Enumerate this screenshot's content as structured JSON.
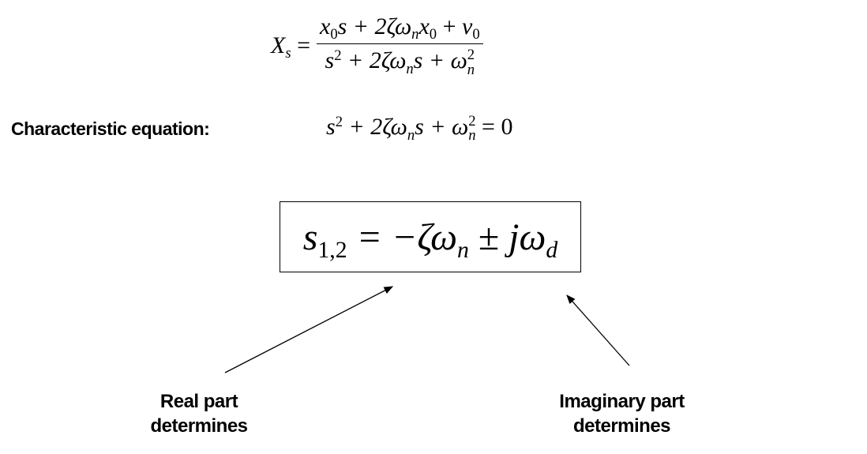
{
  "transfer_function": {
    "lhs": "X",
    "lhs_sub": "s",
    "numerator": {
      "t1": "x",
      "t1_sub": "0",
      "t2": "s + 2ζω",
      "t2_sub": "n",
      "t3": "x",
      "t3_sub": "0",
      "t4": " + ",
      "t5": "v",
      "t5_sub": "0"
    },
    "denominator": {
      "t1": "s",
      "t1_sup": "2",
      "t2": " + 2ζω",
      "t2_sub": "n",
      "t3": "s + ω",
      "t3_sup": "2",
      "t3_sub": "n"
    }
  },
  "characteristic": {
    "label": "Characteristic equation:",
    "e1": "s",
    "e1_sup": "2",
    "e2": " + 2ζω",
    "e2_sub": "n",
    "e3": "s + ω",
    "e3_sup": "2",
    "e3_sub": "n",
    "e4": " = 0"
  },
  "roots": {
    "s": "s",
    "s_sub": "1,2",
    "mid": " = −ζω",
    "mid_sub": "n",
    "pm": " ± ",
    "j": "jω",
    "j_sub": "d"
  },
  "captions": {
    "real_line1": "Real part",
    "real_line2": "determines",
    "imag_line1": "Imaginary part",
    "imag_line2": "determines"
  }
}
